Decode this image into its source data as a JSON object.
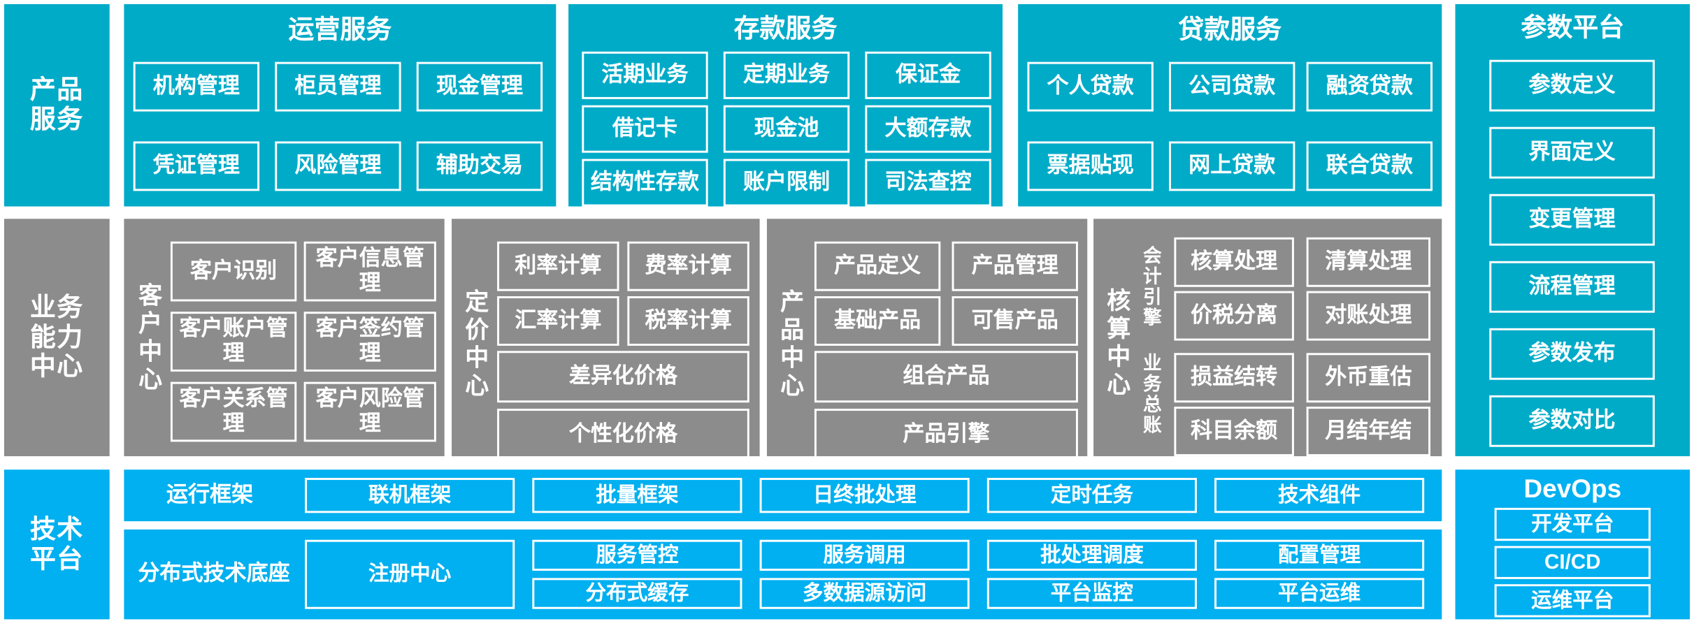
{
  "meta": {
    "colors": {
      "teal": "#00ABC8",
      "blue": "#00B0F0",
      "gray": "#8C8C8C",
      "outline": "#FFFFFF",
      "text": "#FFFFFF"
    }
  },
  "layers": {
    "product_service": {
      "label_line1": "产品",
      "label_line2": "服务",
      "groups": [
        {
          "title": "运营服务",
          "items": [
            "机构管理",
            "柜员管理",
            "现金管理",
            "凭证管理",
            "风险管理",
            "辅助交易"
          ]
        },
        {
          "title": "存款服务",
          "items": [
            "活期业务",
            "定期业务",
            "保证金",
            "借记卡",
            "现金池",
            "大额存款",
            "结构性存款",
            "账户限制",
            "司法查控"
          ]
        },
        {
          "title": "贷款服务",
          "items": [
            "个人贷款",
            "公司贷款",
            "融资贷款",
            "票据贴现",
            "网上贷款",
            "联合贷款"
          ]
        }
      ]
    },
    "business_capability": {
      "label_line1": "业务",
      "label_line2": "能力",
      "label_line3": "中心",
      "centers": [
        {
          "name": "客户中心",
          "items": [
            "客户识别",
            "客户信息管理",
            "客户账户管理",
            "客户签约管理",
            "客户关系管理",
            "客户风险管理"
          ]
        },
        {
          "name": "定价中心",
          "items": [
            "利率计算",
            "费率计算",
            "汇率计算",
            "税率计算"
          ],
          "wide_items": [
            "差异化价格",
            "个性化价格"
          ]
        },
        {
          "name": "产品中心",
          "items": [
            "产品定义",
            "产品管理",
            "基础产品",
            "可售产品"
          ],
          "wide_items": [
            "组合产品",
            "产品引擎"
          ]
        },
        {
          "name": "核算中心",
          "subgroups": [
            {
              "name": "会计引擎",
              "items": [
                "核算处理",
                "清算处理",
                "价税分离",
                "对账处理"
              ]
            },
            {
              "name": "业务总账",
              "items": [
                "损益结转",
                "外币重估",
                "科目余额",
                "月结年结"
              ]
            }
          ]
        }
      ]
    },
    "technology_platform": {
      "label_line1": "技术",
      "label_line2": "平台",
      "rows": [
        {
          "name": "运行框架",
          "items": [
            "联机框架",
            "批量框架",
            "日终批处理",
            "定时任务",
            "技术组件"
          ]
        },
        {
          "name": "分布式技术底座",
          "big_item": "注册中心",
          "columns": [
            [
              "服务管控",
              "分布式缓存"
            ],
            [
              "服务调用",
              "多数据源访问"
            ],
            [
              "批处理调度",
              "平台监控"
            ],
            [
              "配置管理",
              "平台运维"
            ]
          ]
        }
      ]
    }
  },
  "right_rail": {
    "parameter_platform": {
      "title": "参数平台",
      "items": [
        "参数定义",
        "界面定义",
        "变更管理",
        "流程管理",
        "参数发布",
        "参数对比"
      ]
    },
    "devops": {
      "title": "DevOps",
      "items": [
        "开发平台",
        "CI/CD",
        "运维平台"
      ]
    }
  }
}
